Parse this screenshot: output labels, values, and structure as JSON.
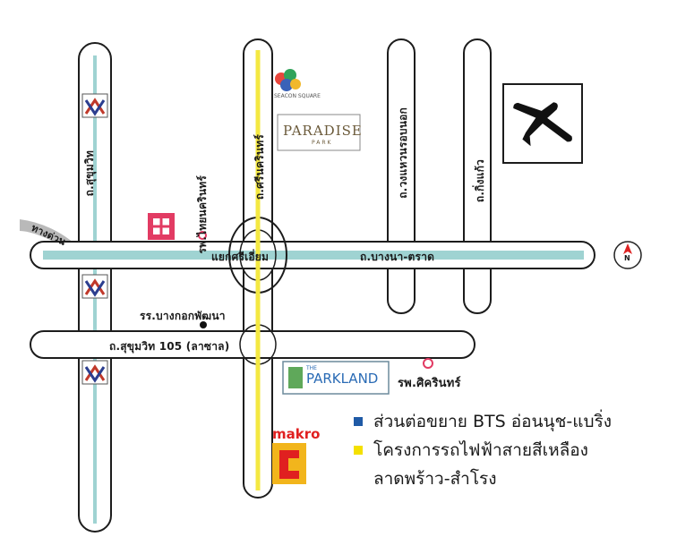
{
  "colors": {
    "bts_line": "#9fd3d2",
    "yellow_line": "#f4e842",
    "legend_blue": "#1f5aa6",
    "legend_yellow": "#f4e000",
    "makro_red": "#e02020",
    "parkland_blue": "#2a6bb5"
  },
  "roads": {
    "sukhumvit": "ถ.สุขุมวิท",
    "sukhumvit_lower": "ถ.สุขุมวิท",
    "srinakarin": "ถ.ศรีนครินทร์",
    "wongwaen": "ถ.วงแหวนรอบนอก",
    "king_kaew": "ถ.กิ่งแก้ว",
    "bangna_trad": "ถ.บางนา-ตราด",
    "soi_105": "ถ.สุขุมวิท 105 (ลาซาล)",
    "expressway": "ทางด่วน"
  },
  "places": {
    "intersection": "แยกศรีเอี่ยม",
    "thai_nakarin": "รพ.ไทยนครินทร์",
    "bangkok_patana": "รร.บางกอกพัฒนา",
    "sikarin": "รพ.ศิครินทร์",
    "paradise": "PARADISE",
    "paradise_sub": "PARK",
    "seacon": "SEACON SQUARE",
    "parkland_small": "THE",
    "parkland": "PARKLAND",
    "makro": "makro"
  },
  "icons": {
    "airport": "airplane-icon",
    "north": "north-arrow-icon",
    "bts_station": "bts-station-icon"
  },
  "north_letter": "N",
  "legend": [
    {
      "color": "#1f5aa6",
      "label": "ส่วนต่อขยาย BTS อ่อนนุช-แบริ่ง"
    },
    {
      "color": "#f4e000",
      "label": "โครงการรถไฟฟ้าสายสีเหลือง"
    },
    {
      "color": "",
      "label": "ลาดพร้าว-สำโรง"
    }
  ]
}
